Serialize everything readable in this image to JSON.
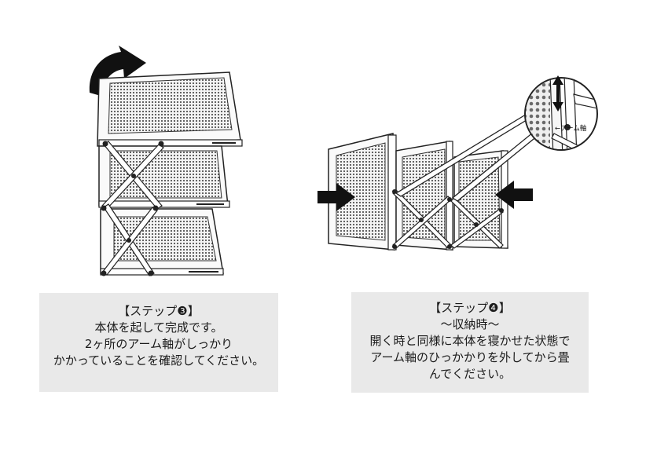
{
  "step3": {
    "title": "【ステップ❸】",
    "lines": [
      "本体を起して完成です。",
      "2ヶ所のアーム軸がしっかり",
      "かかっていることを確認してください。"
    ]
  },
  "step4": {
    "title": "【ステップ❹】",
    "subtitle": "〜収納時〜",
    "lines": [
      "開く時と同様に本体を寝かせた状態で",
      "アーム軸のひっかかりを外してから畳",
      "んでください。"
    ]
  },
  "callout": {
    "label": "←アーム軸"
  }
}
